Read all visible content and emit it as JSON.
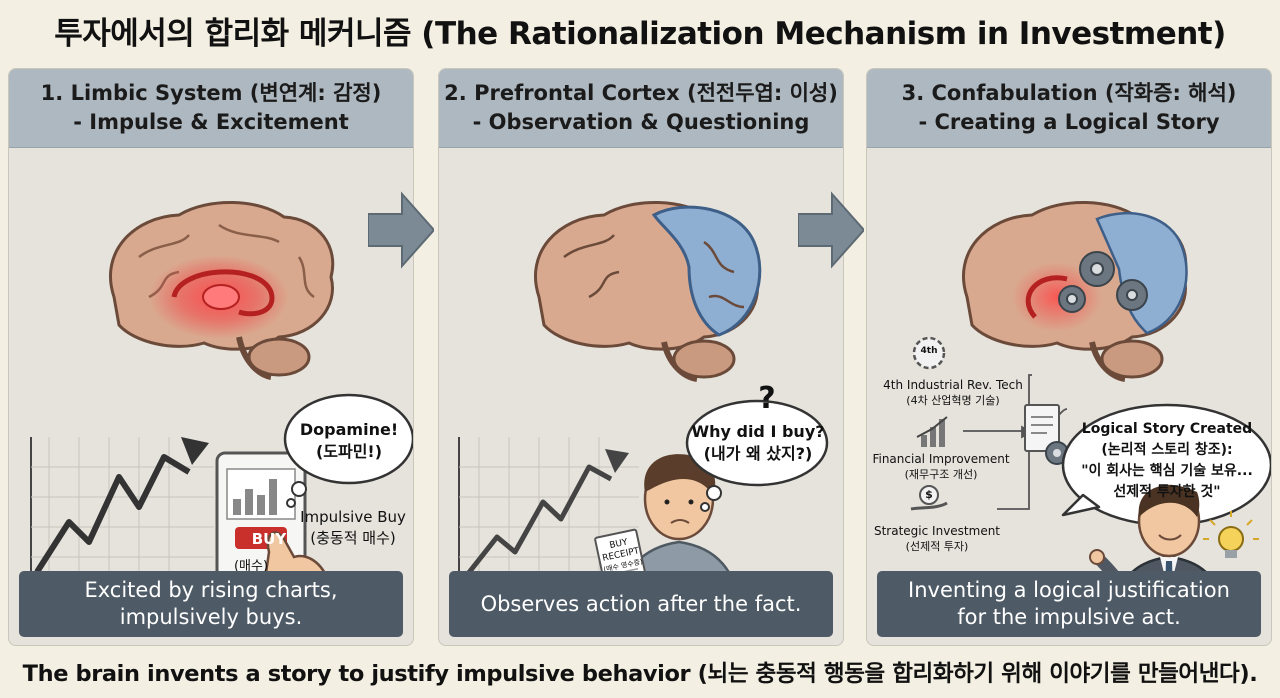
{
  "title": "투자에서의 합리화 메커니즘 (The Rationalization Mechanism in Investment)",
  "panels": [
    {
      "header_line1": "1. Limbic System (변연계: 감정)",
      "header_line2": "- Impulse & Excitement",
      "bubble_line1": "Dopamine!",
      "bubble_line2": "(도파민!)",
      "phone_button": "BUY",
      "phone_sub": "(매수)",
      "label_line1": "Impulsive Buy",
      "label_line2": "(충동적 매수)",
      "footer_line1": "Excited by rising charts,",
      "footer_line2": "impulsively buys."
    },
    {
      "header_line1": "2. Prefrontal Cortex (전전두엽: 이성)",
      "header_line2": "- Observation & Questioning",
      "question_mark": "?",
      "bubble_line1": "Why did I buy?",
      "bubble_line2": "(내가 왜 샀지?)",
      "receipt_line1": "BUY",
      "receipt_line2": "RECEIPT",
      "receipt_line3": "(매수 영수증)",
      "footer_line1": "Observes action after the fact."
    },
    {
      "header_line1": "3. Confabulation (작화증: 해석)",
      "header_line2": "- Creating a Logical Story",
      "gear_label": "4th",
      "items": [
        {
          "en": "4th Industrial Rev. Tech",
          "ko": "(4차 산업혁명 기술)"
        },
        {
          "en": "Financial Improvement",
          "ko": "(재무구조 개선)"
        },
        {
          "en": "Strategic Investment",
          "ko": "(선제적 투자)"
        }
      ],
      "coin_symbol": "$",
      "bubble_line1": "Logical Story Created",
      "bubble_line2": "(논리적 스토리 창조):",
      "bubble_line3": "\"이 회사는 핵심 기술 보유...",
      "bubble_line4": "선제적 투자한 것\"",
      "footer_line1": "Inventing a logical justification",
      "footer_line2": "for the impulsive act."
    }
  ],
  "bottom_caption": "The brain invents a story to justify impulsive behavior (뇌는 충동적 행동을 합리화하기 위해 이야기를 만들어낸다).",
  "colors": {
    "background": "#f3efe2",
    "panel": "#e5e3dc",
    "header": "#aeb8c0",
    "footer": "#4e5b66",
    "arrow": "#7b8a95",
    "brain": "#d9a98f",
    "brain_blue": "#8eaed2",
    "limbic_glow": "#e43b3b",
    "buy_button": "#c9302c"
  }
}
